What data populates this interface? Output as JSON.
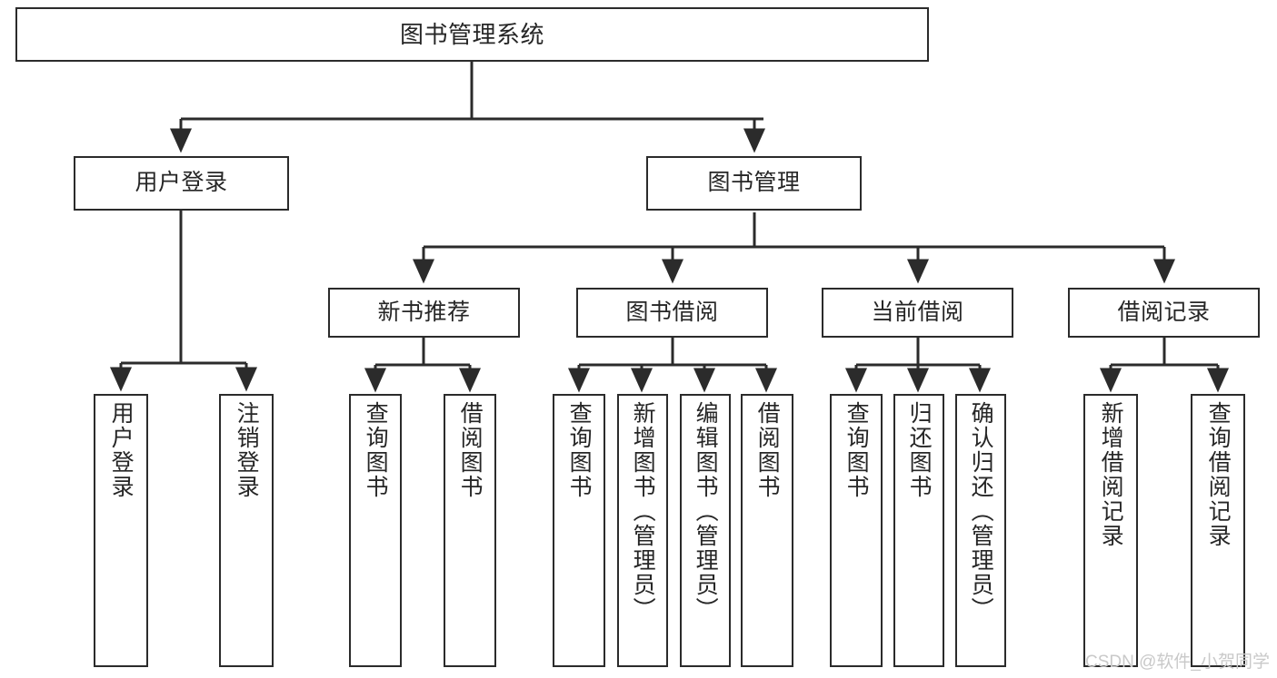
{
  "diagram": {
    "title": "图书管理系统",
    "type": "hierarchy-tree",
    "levels": 4,
    "root": {
      "id": "root",
      "label": "图书管理系统",
      "orientation": "horizontal"
    },
    "level2": [
      {
        "id": "user-login",
        "label": "用户登录",
        "orientation": "horizontal"
      },
      {
        "id": "book-manage",
        "label": "图书管理",
        "orientation": "horizontal"
      }
    ],
    "level3": [
      {
        "id": "new-book-recommend",
        "label": "新书推荐",
        "orientation": "horizontal",
        "parent": "book-manage"
      },
      {
        "id": "book-borrow",
        "label": "图书借阅",
        "orientation": "horizontal",
        "parent": "book-manage"
      },
      {
        "id": "current-borrow",
        "label": "当前借阅",
        "orientation": "horizontal",
        "parent": "book-manage"
      },
      {
        "id": "borrow-record",
        "label": "借阅记录",
        "orientation": "horizontal",
        "parent": "book-manage"
      }
    ],
    "leaves": [
      {
        "id": "leaf-user-login",
        "label": "用户登录",
        "orientation": "vertical",
        "parent": "user-login"
      },
      {
        "id": "leaf-logout-login",
        "label": "注销登录",
        "orientation": "vertical",
        "parent": "user-login"
      },
      {
        "id": "leaf-query-book-1",
        "label": "查询图书",
        "orientation": "vertical",
        "parent": "new-book-recommend"
      },
      {
        "id": "leaf-borrow-book-1",
        "label": "借阅图书",
        "orientation": "vertical",
        "parent": "new-book-recommend"
      },
      {
        "id": "leaf-query-book-2",
        "label": "查询图书",
        "orientation": "vertical",
        "parent": "book-borrow"
      },
      {
        "id": "leaf-add-book-admin",
        "label": "新增图书（管理员）",
        "orientation": "vertical",
        "parent": "book-borrow"
      },
      {
        "id": "leaf-edit-book-admin",
        "label": "编辑图书（管理员）",
        "orientation": "vertical",
        "parent": "book-borrow"
      },
      {
        "id": "leaf-borrow-book-2",
        "label": "借阅图书",
        "orientation": "vertical",
        "parent": "book-borrow"
      },
      {
        "id": "leaf-query-book-3",
        "label": "查询图书",
        "orientation": "vertical",
        "parent": "current-borrow"
      },
      {
        "id": "leaf-return-book",
        "label": "归还图书",
        "orientation": "vertical",
        "parent": "current-borrow"
      },
      {
        "id": "leaf-confirm-return-admin",
        "label": "确认归还（管理员）",
        "orientation": "vertical",
        "parent": "current-borrow"
      },
      {
        "id": "leaf-add-borrow-record",
        "label": "新增借阅记录",
        "orientation": "vertical",
        "parent": "borrow-record"
      },
      {
        "id": "leaf-query-borrow-record",
        "label": "查询借阅记录",
        "orientation": "vertical",
        "parent": "borrow-record"
      }
    ]
  },
  "watermark": {
    "text": "CSDN @软件_小贺同学"
  },
  "colors": {
    "border": "#2b2b2b",
    "text": "#262626",
    "background": "#ffffff",
    "edge": "#2b2b2b",
    "watermark": "#c9c9c9"
  }
}
